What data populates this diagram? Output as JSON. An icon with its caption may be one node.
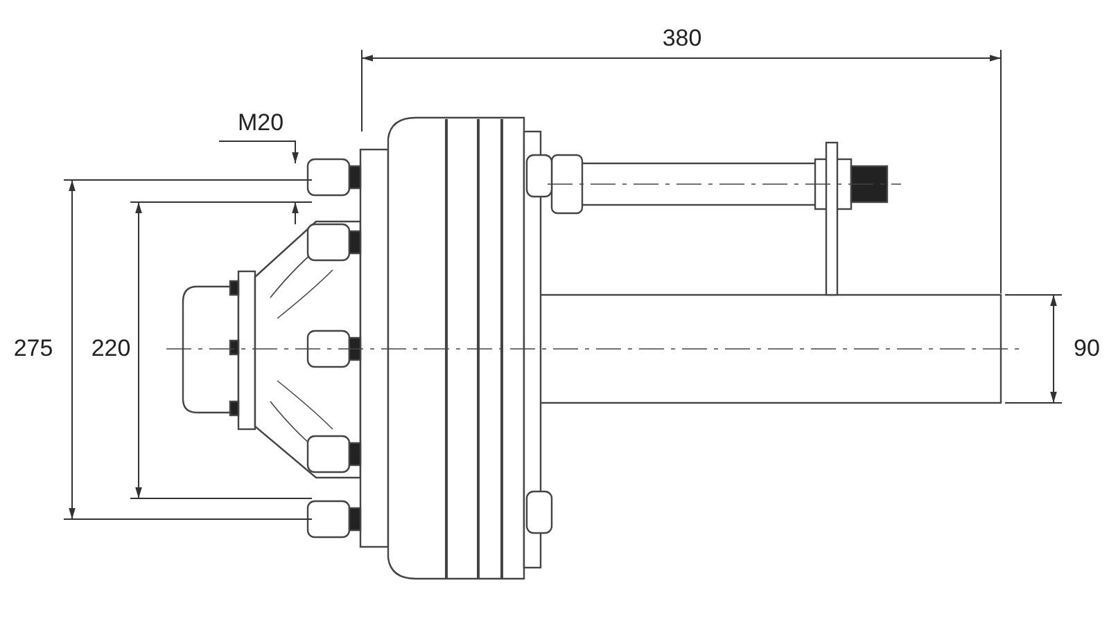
{
  "diagram": {
    "labels": [
      "380",
      "M20",
      "275",
      "220",
      "90"
    ]
  }
}
